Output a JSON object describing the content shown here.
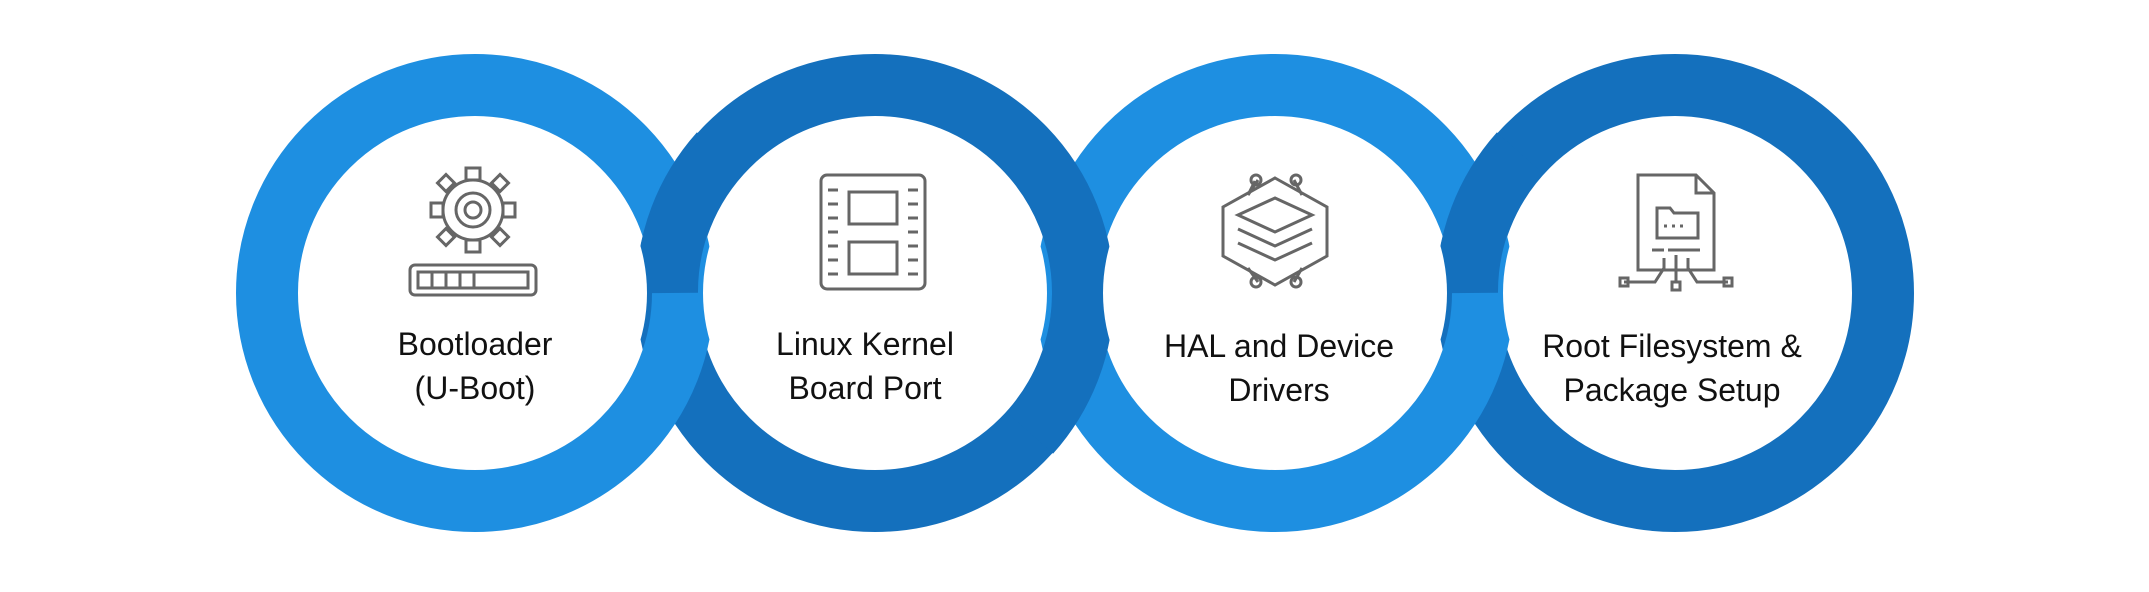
{
  "colors": {
    "light_blue": "#1E8FE1",
    "dark_blue": "#1470BD",
    "icon_gray": "#666666",
    "text": "#111111",
    "background": "#FFFFFF"
  },
  "steps": [
    {
      "icon": "gear-bootloader-icon",
      "line1": "Bootloader",
      "line2": "(U-Boot)"
    },
    {
      "icon": "kernel-board-icon",
      "line1": "Linux Kernel",
      "line2": "Board Port"
    },
    {
      "icon": "layers-circuit-icon",
      "line1": "HAL and Device",
      "line2": "Drivers"
    },
    {
      "icon": "file-folder-network-icon",
      "line1": "Root Filesystem &",
      "line2": "Package Setup"
    }
  ]
}
